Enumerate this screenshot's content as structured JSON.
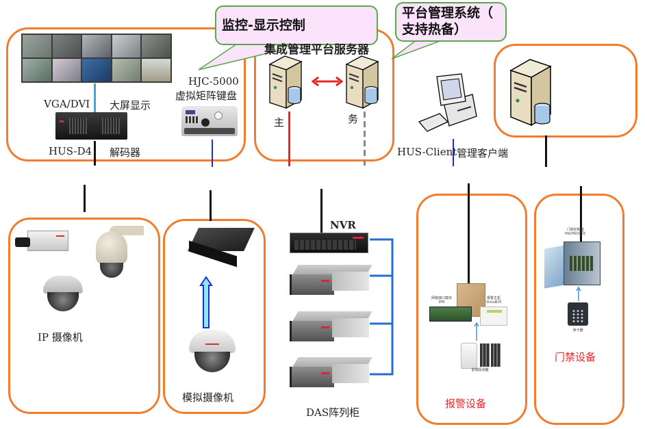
{
  "callouts": {
    "display_control": "监控-显示控制",
    "platform_mgmt_line1": "平台管理系统（",
    "platform_mgmt_line2": "支持热备）"
  },
  "groups": {
    "display": {
      "video_wall_label": "大屏显示",
      "vga_label": "VGA/DVI",
      "decoder_model": "HUS-D4",
      "decoder_label": "解码器",
      "keyboard_model": "HJC-5000",
      "keyboard_label": "虚拟矩阵键盘"
    },
    "platform_server": {
      "title": "集成管理平台服务器",
      "primary_label": "主",
      "backup_label": "务"
    },
    "client": {
      "model": "HUS-Client",
      "label": "管理客户端"
    },
    "ip_camera": {
      "label": "IP 摄像机"
    },
    "analog_camera": {
      "label": "模拟摄像机"
    },
    "storage": {
      "nvr_label": "NVR",
      "das_label": "DAS阵列柜"
    },
    "alarm": {
      "label": "报警设备",
      "sub_ipm": "网络接口模块\nIPM",
      "sub_host": "报警主机\nVista系列",
      "sub_detector": "前端探测器"
    },
    "access": {
      "label": "门禁设备",
      "sub_controller": "门禁控制器\nPW/PRO系列",
      "sub_reader": "读卡器"
    }
  },
  "colors": {
    "group_border": "#f27b2c",
    "callout_fill": "#fbe4fb",
    "callout_border": "#58a84a",
    "primary_link": "#e8262a",
    "backup_link": "#888888",
    "blue_link": "#1a2fd6",
    "storage_link": "#1e6fd0",
    "lan_link": "#111111"
  }
}
